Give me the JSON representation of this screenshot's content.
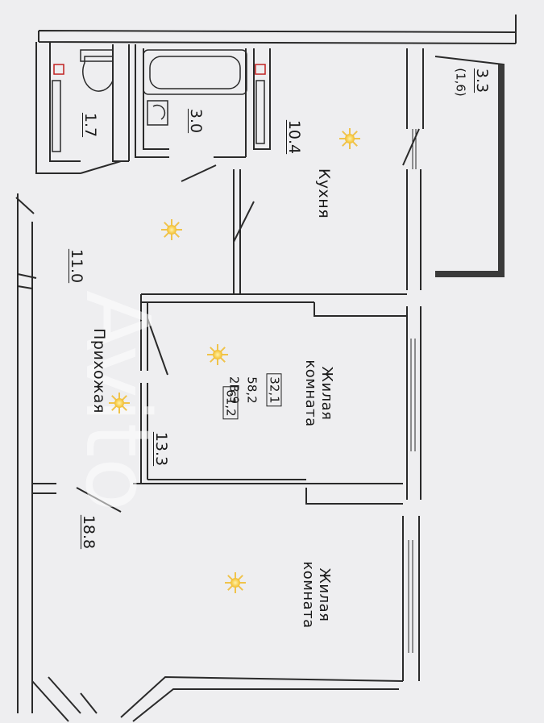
{
  "rooms": {
    "kitchen": {
      "name": "Кухня",
      "area": "10.4"
    },
    "hall": {
      "name": "Прихожая",
      "area": "11.0"
    },
    "living1": {
      "name": "Жилая\nкомната",
      "area": "13.3"
    },
    "living2": {
      "name": "Жилая\nкомната",
      "area": "18.8"
    },
    "bathroom": {
      "area": "3.0"
    },
    "toilet": {
      "area": "1.7"
    },
    "balcony": {
      "area": "3.3",
      "area_reduced": "(1,6)"
    }
  },
  "summary": {
    "type": "2В.9",
    "living_area": "32,1",
    "total_area_no_balcony": "58,2",
    "total_area": "61,2"
  },
  "colors": {
    "wall": "#2a2a2a",
    "background": "#eeeef0",
    "lamp": "#f6c945"
  },
  "icons": [
    "ceiling-lamp-icon",
    "bathtub-icon",
    "sink-icon",
    "toilet-icon",
    "riser-icon"
  ]
}
